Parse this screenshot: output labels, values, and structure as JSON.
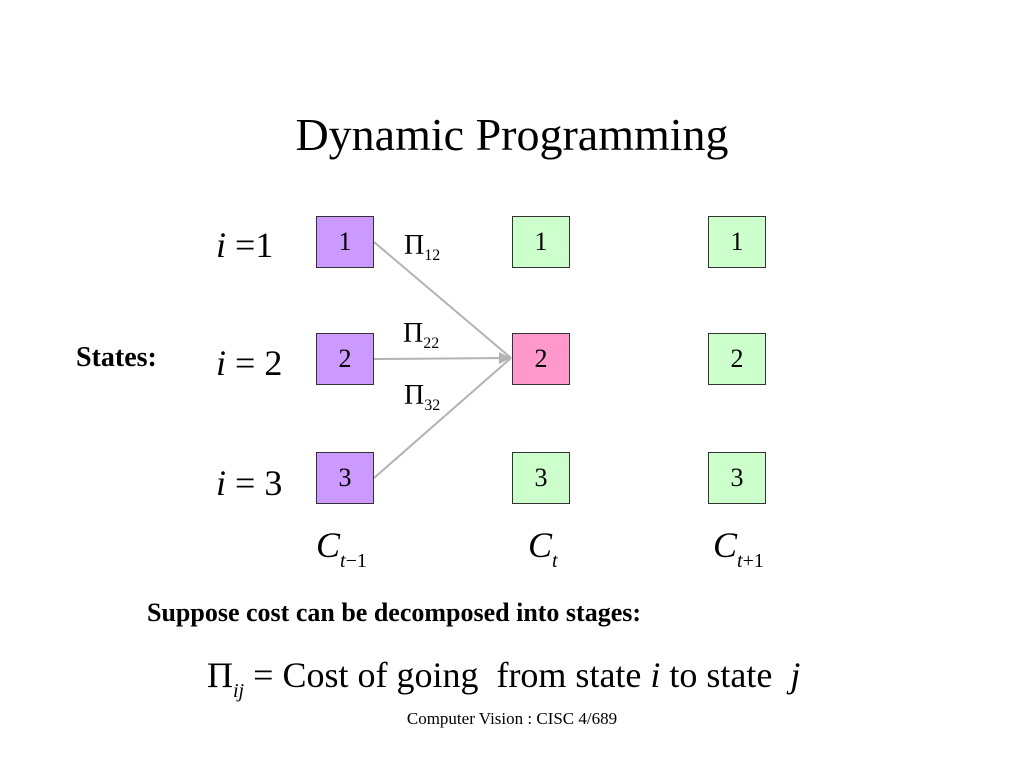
{
  "title": "Dynamic Programming",
  "states_label": "States:",
  "row_labels": [
    {
      "var": "i",
      "eq": "=",
      "val": "1"
    },
    {
      "var": "i",
      "eq": "=",
      "val": "2"
    },
    {
      "var": "i",
      "eq": "=",
      "val": "3"
    }
  ],
  "columns": [
    {
      "symbol": "C",
      "subscript_var": "t",
      "subscript_rest": "−1",
      "boxes": [
        "1",
        "2",
        "3"
      ],
      "color": "#cc99ff"
    },
    {
      "symbol": "C",
      "subscript_var": "t",
      "subscript_rest": "",
      "boxes": [
        "1",
        "2",
        "3"
      ],
      "color": "#ccffcc",
      "highlight_index": 1,
      "highlight_color": "#ff99cc"
    },
    {
      "symbol": "C",
      "subscript_var": "t",
      "subscript_rest": "+1",
      "boxes": [
        "1",
        "2",
        "3"
      ],
      "color": "#ccffcc"
    }
  ],
  "edges": [
    {
      "label": "Π",
      "sub": "12"
    },
    {
      "label": "Π",
      "sub": "22"
    },
    {
      "label": "Π",
      "sub": "32"
    }
  ],
  "note": "Suppose cost can be decomposed into stages:",
  "formula": {
    "symbol": "Π",
    "sub": "ij",
    "eq": "=",
    "text_a": "Cost of going  from state ",
    "var_i": "i",
    "text_b": " to state ",
    "var_j": "j"
  },
  "footer": "Computer Vision : CISC 4/689",
  "colors": {
    "edge": "#b3b3b3",
    "border": "#333333"
  }
}
